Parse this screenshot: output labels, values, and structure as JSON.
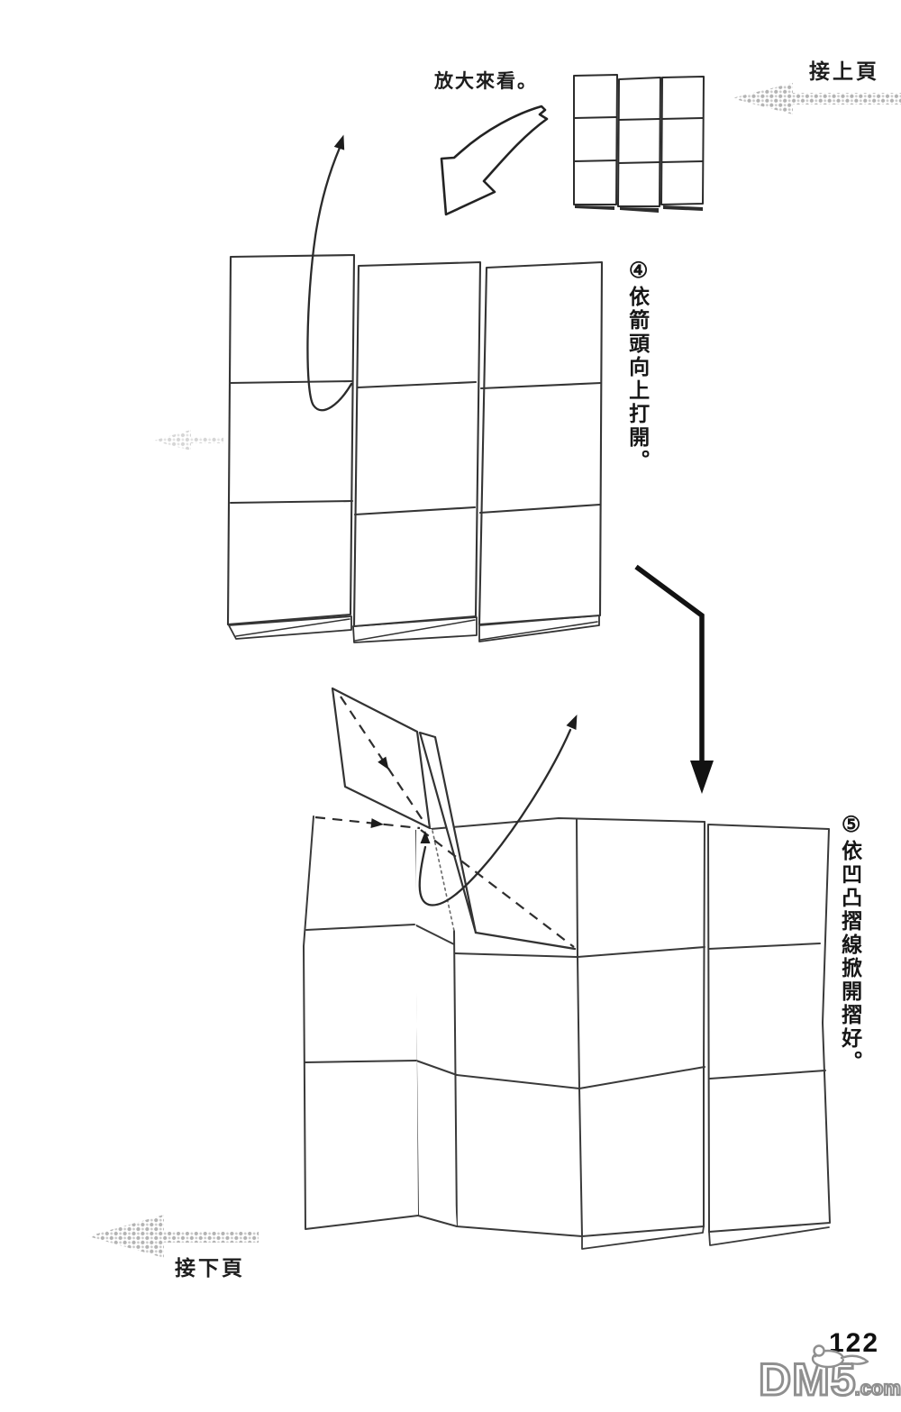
{
  "page": {
    "number": "122"
  },
  "watermark": {
    "brand": "DM5",
    "suffix": ".com"
  },
  "nav": {
    "prev_label": "接上頁",
    "next_label": "接下頁"
  },
  "captions": {
    "enlarge_note": "放大來看。",
    "step4_number": "④",
    "step4_text": "依箭頭向上打開。",
    "step5_number": "⑤",
    "step5_text": "依凹凸摺線掀開摺好。"
  },
  "colors": {
    "line": "#333333",
    "halftone_gray": "#b3b3b3",
    "arrow_black": "#161616",
    "paper": "#ffffff"
  }
}
